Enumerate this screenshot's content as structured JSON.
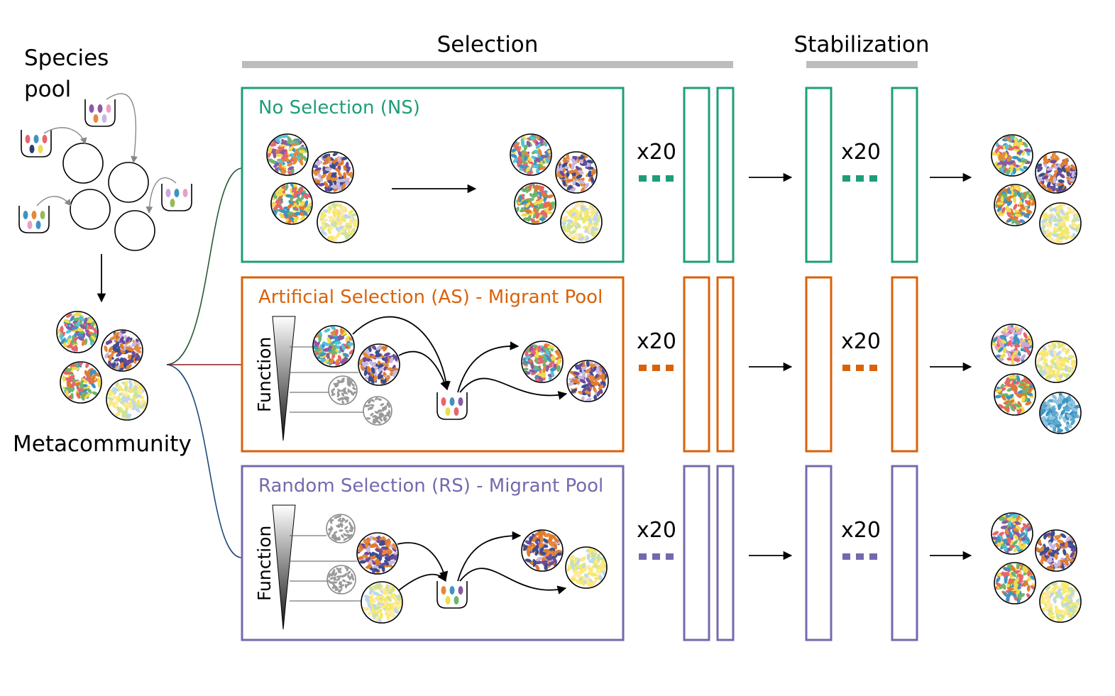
{
  "labels": {
    "species_pool": [
      "Species",
      "pool"
    ],
    "metacommunity": "Metacommunity",
    "selection_header": "Selection",
    "stabilization_header": "Stabilization",
    "function_label": "Function",
    "repeat_label": "x20"
  },
  "colors": {
    "ns": "#1e9e78",
    "as": "#d9620a",
    "rs": "#7469ae",
    "header_bar": "#bdbdbd",
    "text": "#000000",
    "gray_circle": "#9a9a9a"
  },
  "palettes": {
    "rainbow": [
      "#e8646f",
      "#3d94c2",
      "#f0dc4c",
      "#8a5aa3",
      "#e6883a",
      "#6fb56d",
      "#55c3d8"
    ],
    "purple": [
      "#6a4c9c",
      "#3a4d8f",
      "#e07a2e",
      "#c8b8e0",
      "#e6883a"
    ],
    "orange": [
      "#e07a2e",
      "#3d94c2",
      "#e8646f",
      "#6fb56d",
      "#f0dc4c"
    ],
    "yellow": [
      "#f5e86a",
      "#ffe97a",
      "#bcd8f0",
      "#c9e4a0",
      "#ffe9a8"
    ],
    "blue": [
      "#3d94c2",
      "#5aa8cf",
      "#8fc3e0"
    ],
    "pinkish": [
      "#e8a0c8",
      "#3d94c2",
      "#f0dc4c",
      "#e8646f",
      "#c8a8dc"
    ],
    "gray": [
      "#9a9a9a"
    ]
  },
  "rows": [
    {
      "id": "ns",
      "title": "No Selection (NS)",
      "has_function": false,
      "outputs": [
        "rainbow",
        "purple",
        "orange",
        "yellow"
      ]
    },
    {
      "id": "as",
      "title": "Artificial Selection (AS) - Migrant Pool",
      "has_function": true,
      "ranked": [
        "rainbow",
        "purple",
        "gray",
        "gray"
      ],
      "outputs": [
        "pinkish",
        "yellow",
        "orange",
        "blue"
      ]
    },
    {
      "id": "rs",
      "title": "Random Selection (RS) - Migrant Pool",
      "has_function": true,
      "ranked": [
        "gray",
        "purple",
        "gray",
        "yellow"
      ],
      "outputs": [
        "rainbow",
        "purple",
        "orange",
        "yellow"
      ]
    }
  ]
}
